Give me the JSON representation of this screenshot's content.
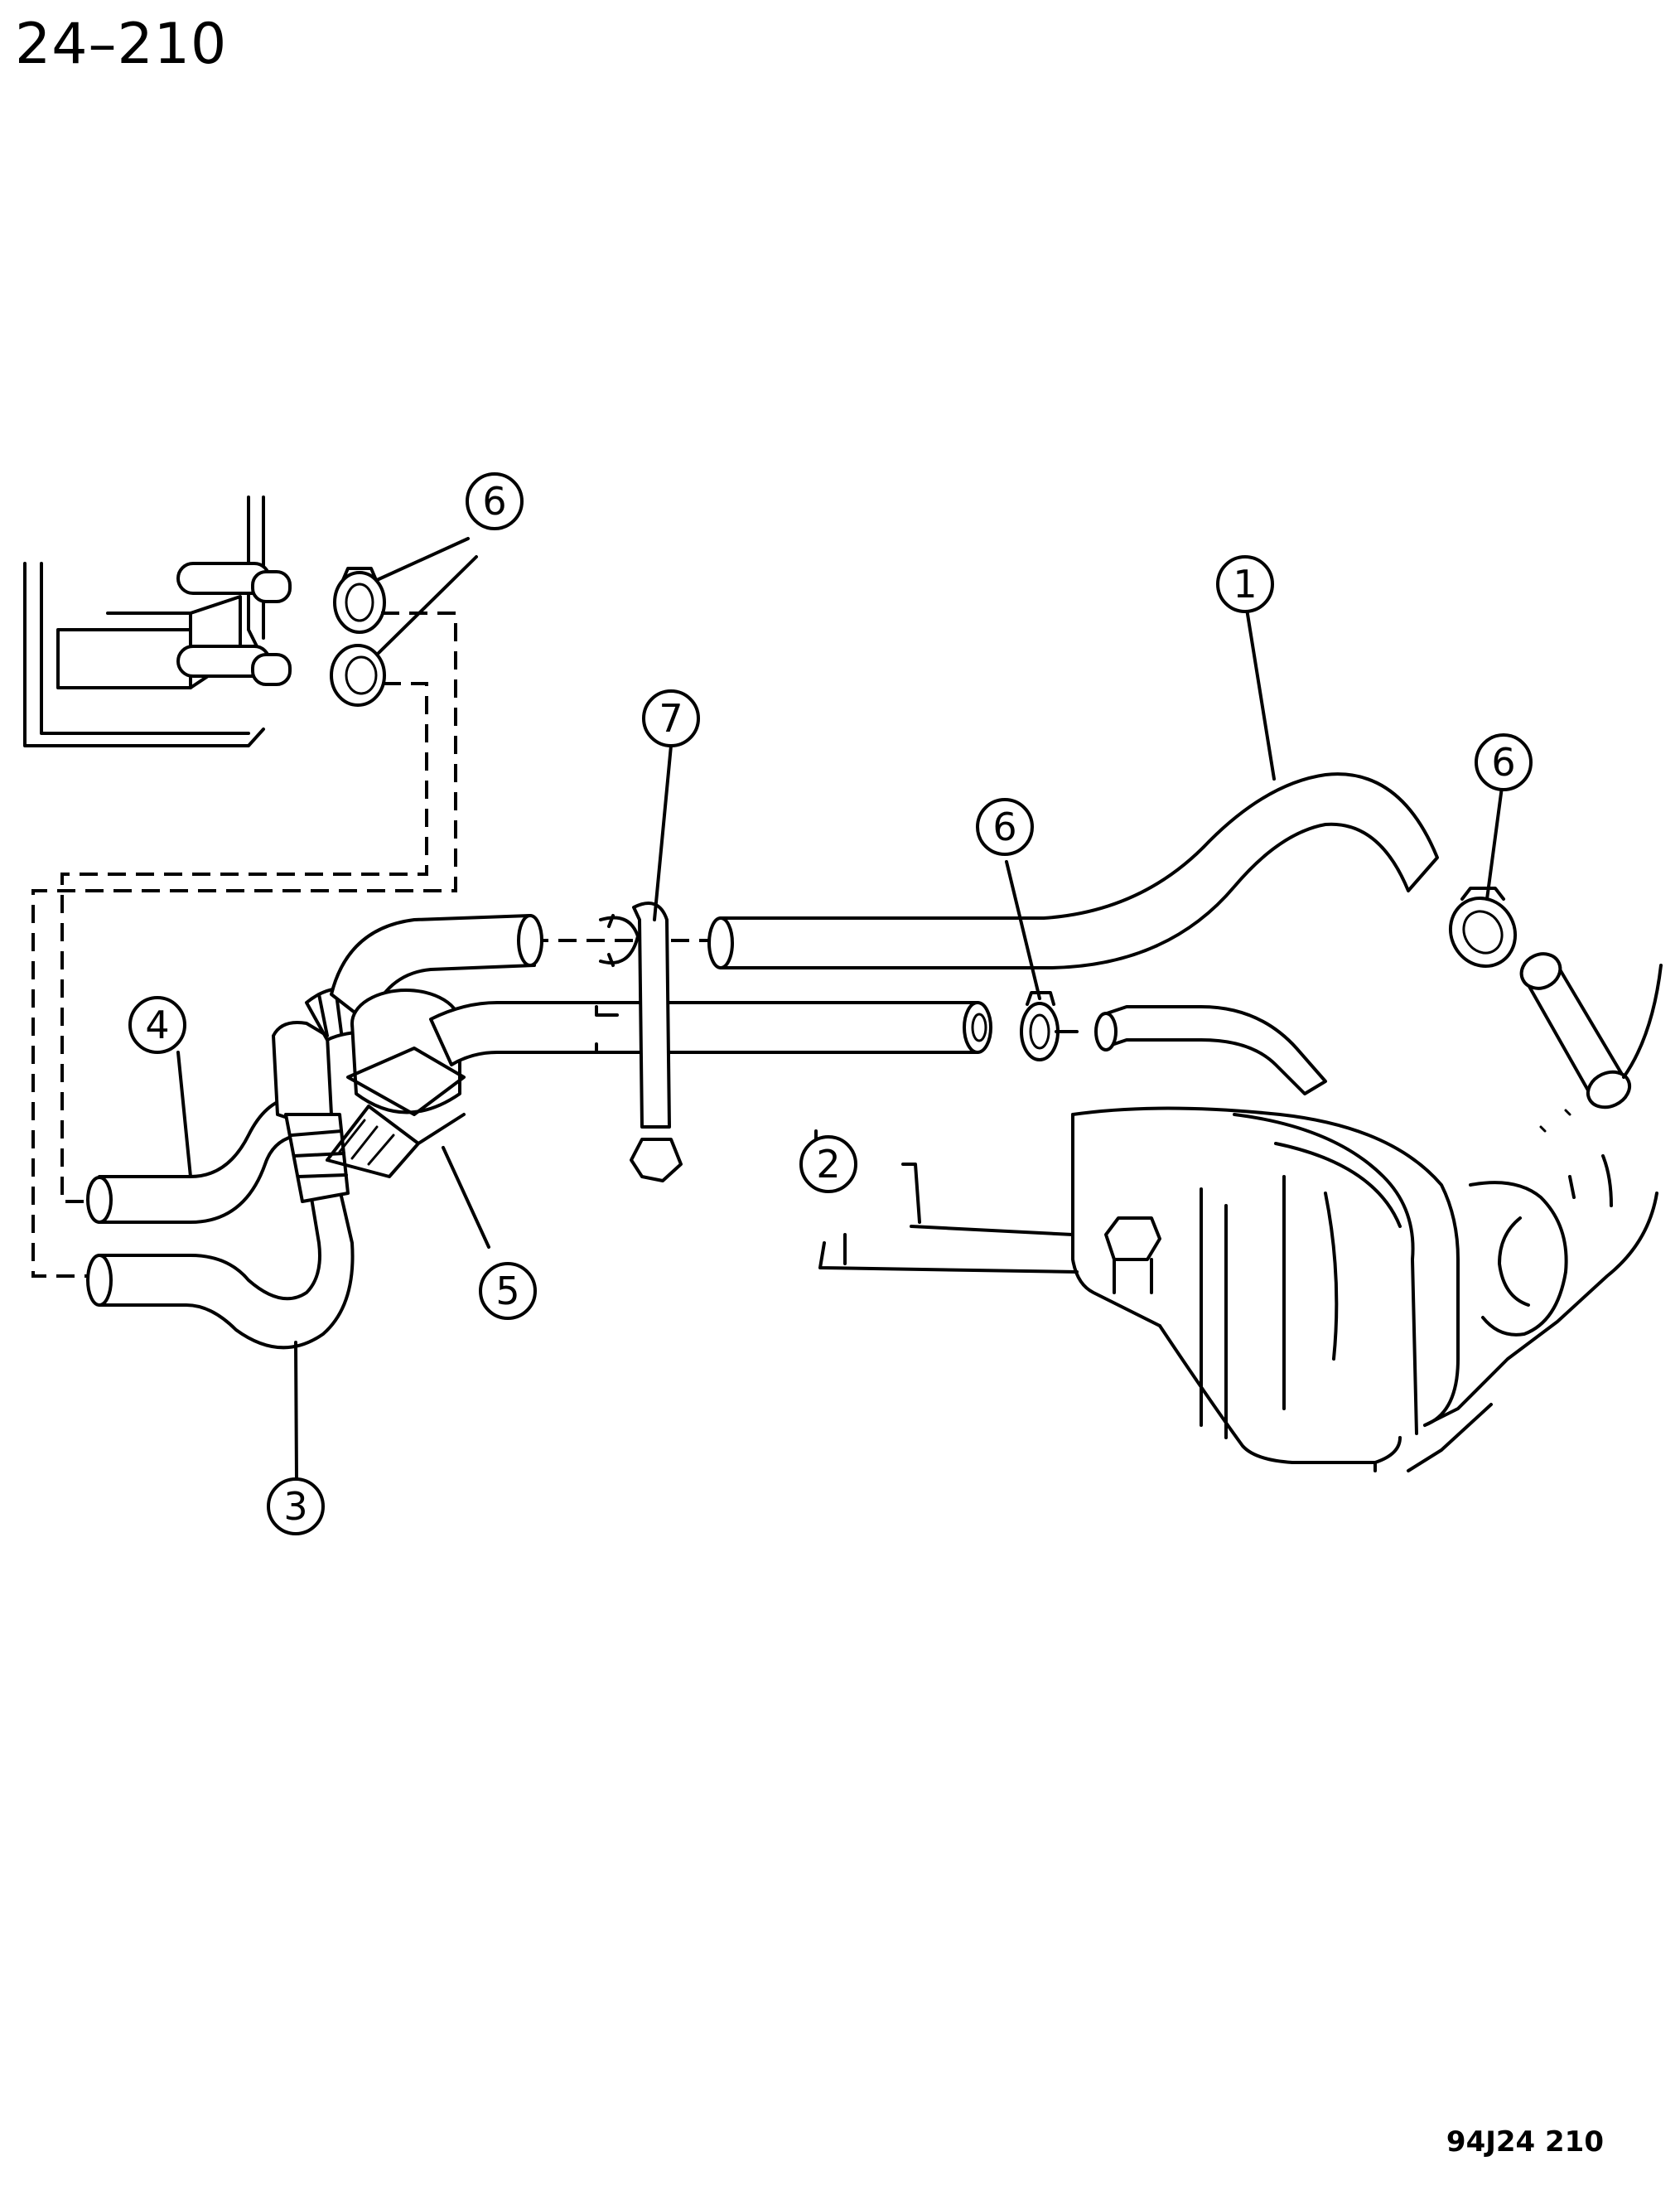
{
  "page_title": "24–210",
  "figure_code": "94J24 210",
  "callouts": [
    {
      "id": "1",
      "label": "1"
    },
    {
      "id": "2",
      "label": "2"
    },
    {
      "id": "3",
      "label": "3"
    },
    {
      "id": "4",
      "label": "4"
    },
    {
      "id": "5",
      "label": "5"
    },
    {
      "id": "6a",
      "label": "6"
    },
    {
      "id": "6b",
      "label": "6"
    },
    {
      "id": "6c",
      "label": "6"
    },
    {
      "id": "7",
      "label": "7"
    }
  ]
}
